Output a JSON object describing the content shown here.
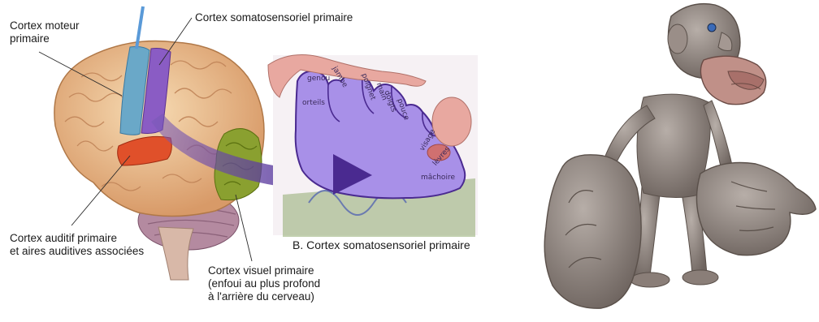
{
  "diagram": {
    "labels": {
      "motor_cortex": [
        "Cortex moteur",
        "primaire"
      ],
      "somatosensory_cortex": "Cortex somatosensoriel primaire",
      "auditory_cortex": [
        "Cortex auditif primaire",
        "et aires auditives associées"
      ],
      "visual_cortex": [
        "Cortex visuel primaire",
        "(enfoui au plus profond",
        "à l'arrière du cerveau)"
      ],
      "section_caption": "B. Cortex somatosensoriel primaire"
    },
    "homunculus_map": [
      "genou",
      "jambe",
      "orteils",
      "poignet",
      "main",
      "doigts",
      "pouce",
      "visage",
      "lèvres",
      "mâchoire"
    ]
  },
  "colors": {
    "brain": "#f0c79a",
    "motor": "#6aa8c8",
    "somatosensory": "#8a5cc4",
    "auditory": "#e0502a",
    "visual": "#8aa030",
    "arrow": "#5a3aa0",
    "section": "#a890e8",
    "figure": "#8c8078"
  }
}
